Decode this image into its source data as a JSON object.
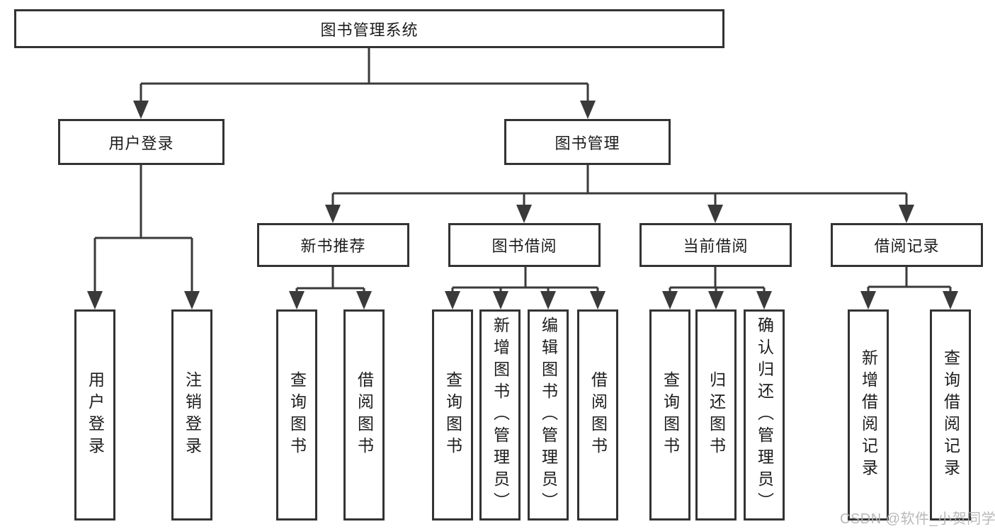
{
  "root_label": "图书管理系统",
  "level2": {
    "user_login": "用户登录",
    "book_mgmt": "图书管理"
  },
  "level3": {
    "new_books": "新书推荐",
    "book_borrow": "图书借阅",
    "current_borrow": "当前借阅",
    "borrow_records": "借阅记录"
  },
  "leaves": {
    "user_login_leaf": "用户登录",
    "logout": "注销登录",
    "nb_query": "查询图书",
    "nb_borrow": "借阅图书",
    "bb_query": "查询图书",
    "bb_add": "新增图书（管理员）",
    "bb_edit": "编辑图书（管理员）",
    "bb_borrow": "借阅图书",
    "cb_query": "查询图书",
    "cb_return": "归还图书",
    "cb_confirm": "确认归还（管理员）",
    "br_add": "新增借阅记录",
    "br_query": "查询借阅记录"
  },
  "watermark": "CSDN @软件_小贺同学",
  "colors": {
    "line": "#3a3a3a",
    "box_border": "#333333",
    "text": "#1c1c1c",
    "watermark": "#b2b2b2",
    "background": "#ffffff"
  }
}
